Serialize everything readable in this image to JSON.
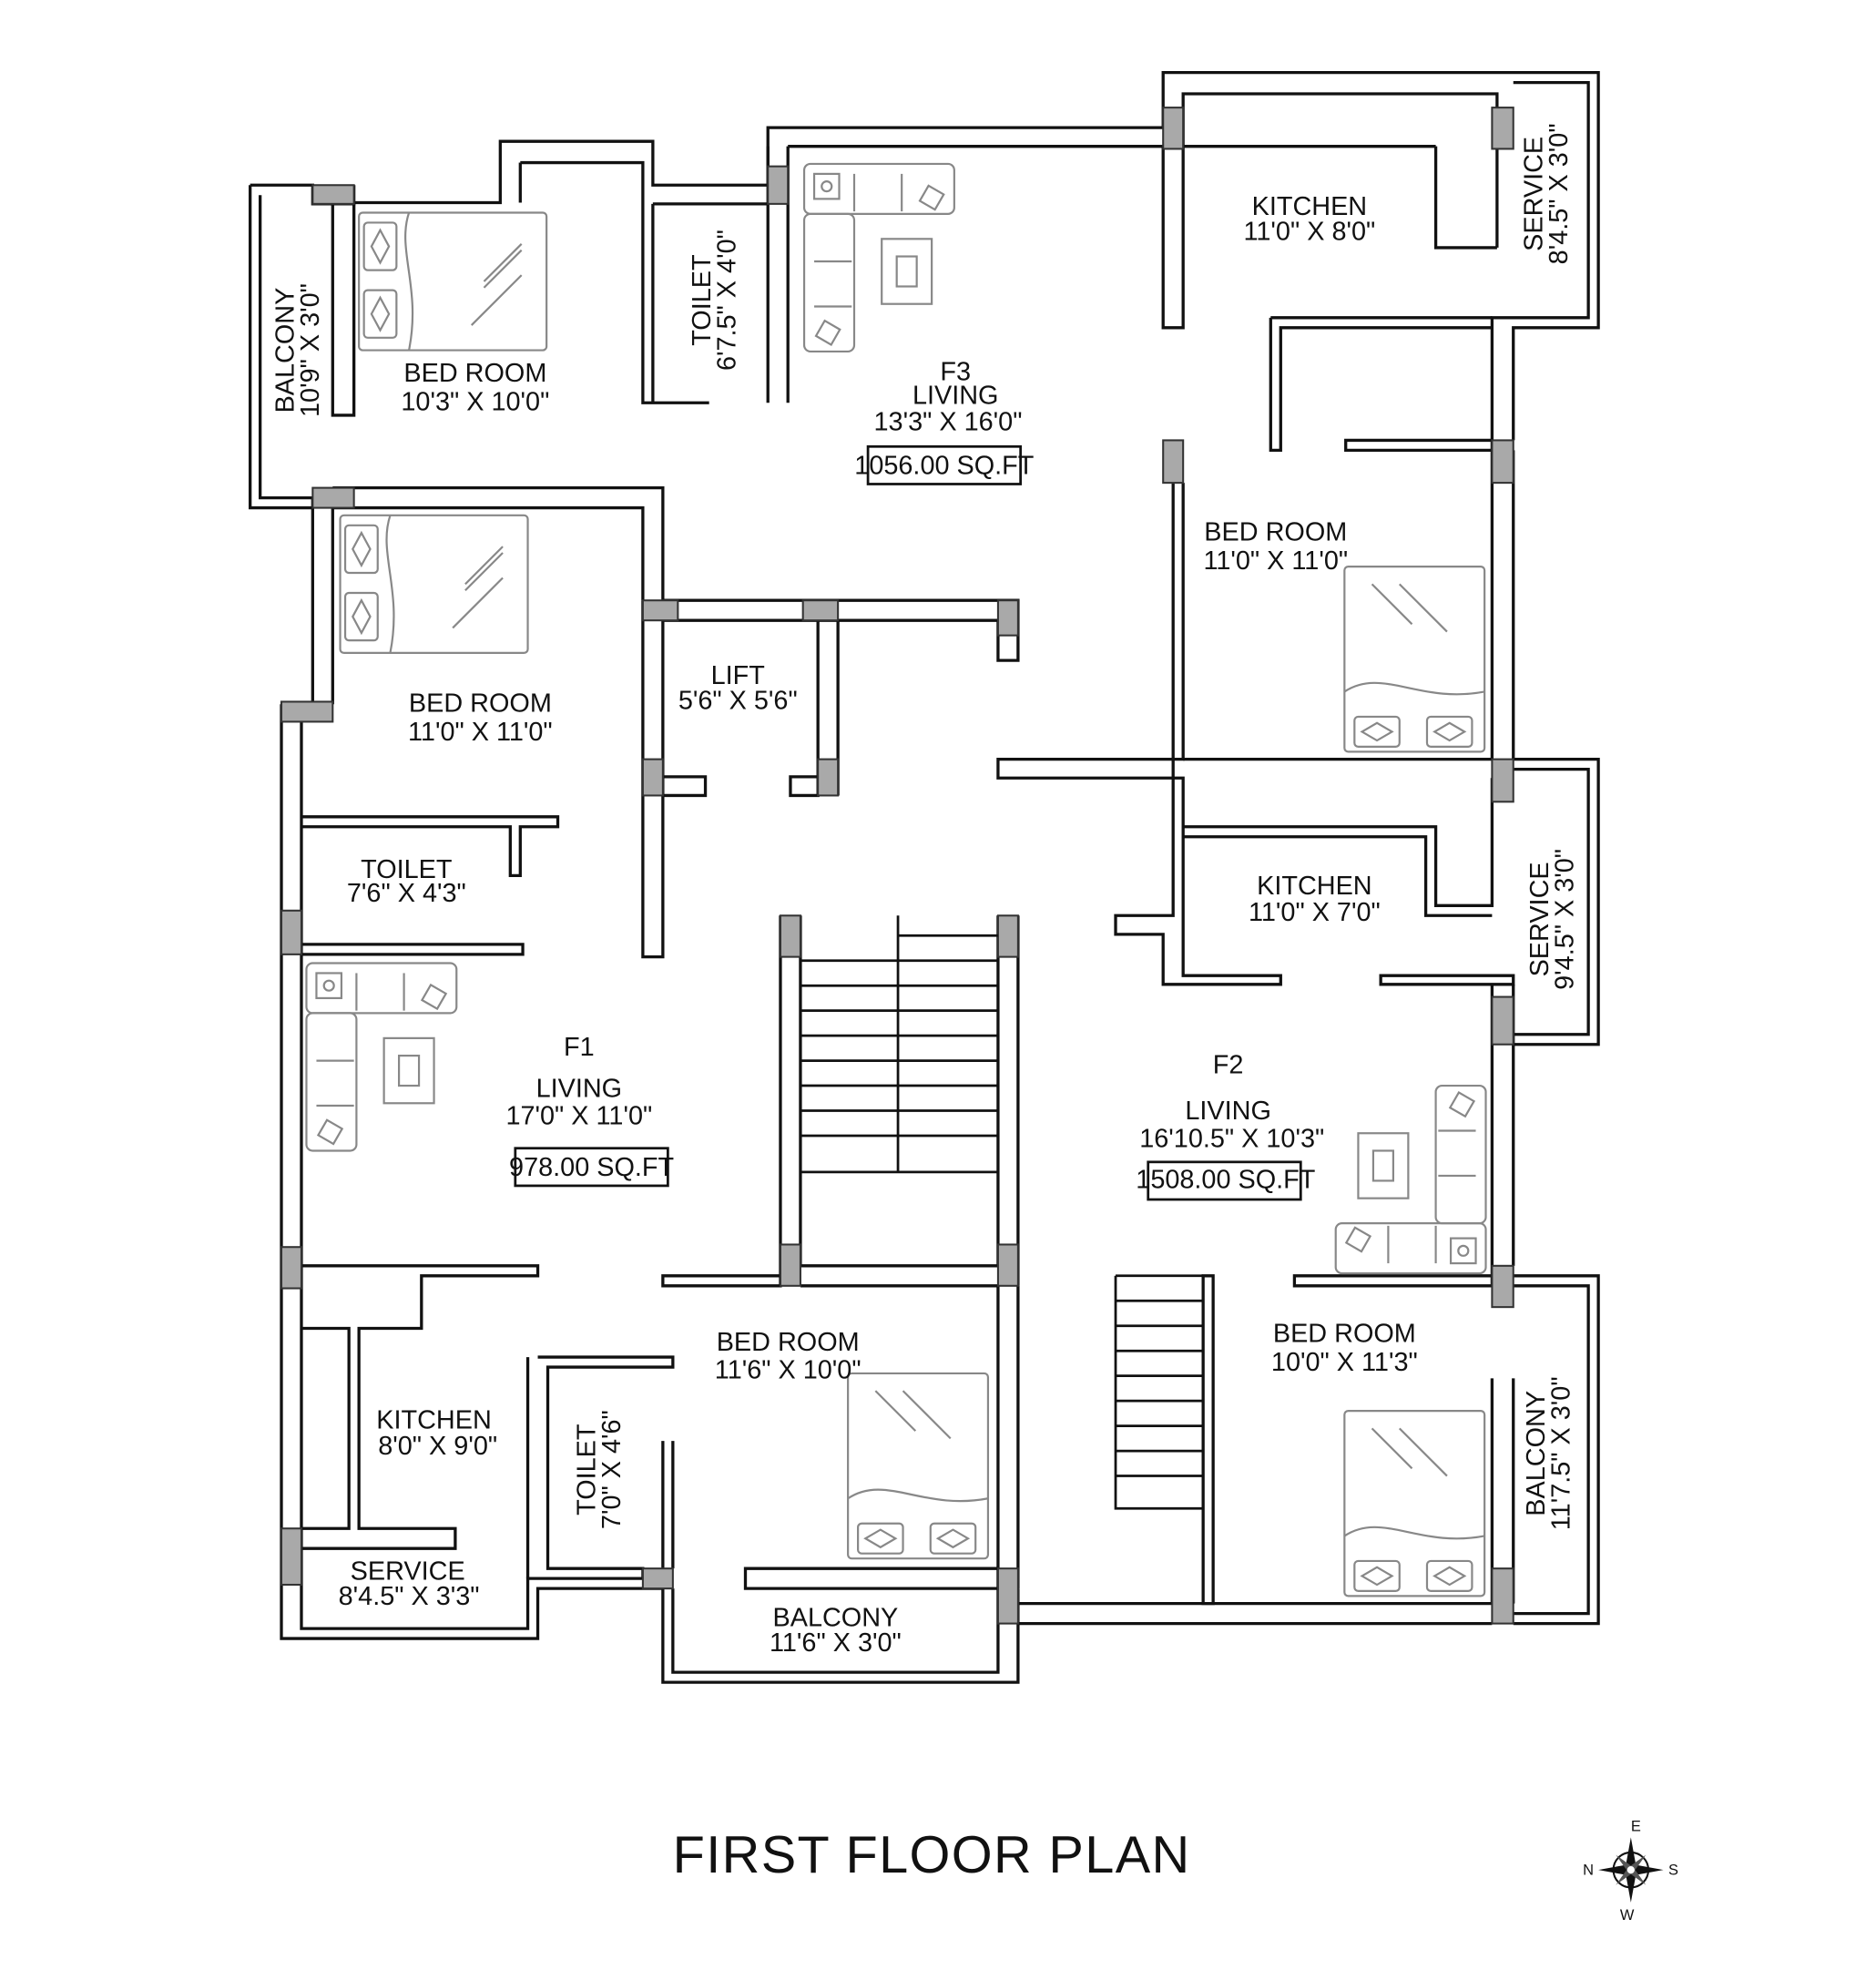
{
  "title": "FIRST FLOOR PLAN",
  "compass": {
    "n": "N",
    "e": "E",
    "s": "S",
    "w": "W"
  },
  "f3": {
    "unit": "F3",
    "living": {
      "name": "LIVING",
      "size": "13'3\" X 16'0\""
    },
    "area": "1056.00 SQ.FT",
    "bedroom": {
      "name": "BED ROOM",
      "size": "10'3\" X 10'0\""
    },
    "balcony": {
      "name": "BALCONY",
      "size": "10'9\" X 3'0\""
    },
    "toilet": {
      "name": "TOILET",
      "size": "6'7.5\" X 4'0\""
    },
    "kitchen": {
      "name": "KITCHEN",
      "size": "11'0\" X 8'0\""
    },
    "service": {
      "name": "SERVICE",
      "size": "8'4.5\" X 3'0\""
    }
  },
  "f1": {
    "unit": "F1",
    "living": {
      "name": "LIVING",
      "size": "17'0\" X 11'0\""
    },
    "area": "978.00 SQ.FT",
    "bedroom": {
      "name": "BED ROOM",
      "size": "11'0\" X 11'0\""
    },
    "toilet": {
      "name": "TOILET",
      "size": "7'6\" X 4'3\""
    },
    "kitchen": {
      "name": "KITCHEN",
      "size": "8'0\" X 9'0\""
    },
    "service": {
      "name": "SERVICE",
      "size": "8'4.5\" X 3'3\""
    }
  },
  "lift": {
    "name": "LIFT",
    "size": "5'6\" X 5'6\""
  },
  "f2": {
    "unit": "F2",
    "living": {
      "name": "LIVING",
      "size": "16'10.5\" X 10'3\""
    },
    "area": "1508.00 SQ.FT",
    "bedroom_top": {
      "name": "BED ROOM",
      "size": "11'0\" X 11'0\""
    },
    "kitchen": {
      "name": "KITCHEN",
      "size": "11'0\" X 7'0\""
    },
    "service": {
      "name": "SERVICE",
      "size": "9'4.5\" X 3'0\""
    },
    "bedroom_bottom": {
      "name": "BED ROOM",
      "size": "10'0\" X 11'3\""
    },
    "balcony": {
      "name": "BALCONY",
      "size": "11'7.5\" X 3'0\""
    }
  },
  "center": {
    "bedroom": {
      "name": "BED ROOM",
      "size": "11'6\" X 10'0\""
    },
    "toilet": {
      "name": "TOILET",
      "size": "7'0\" X 4'6\""
    },
    "balcony": {
      "name": "BALCONY",
      "size": "11'6\" X 3'0\""
    }
  }
}
